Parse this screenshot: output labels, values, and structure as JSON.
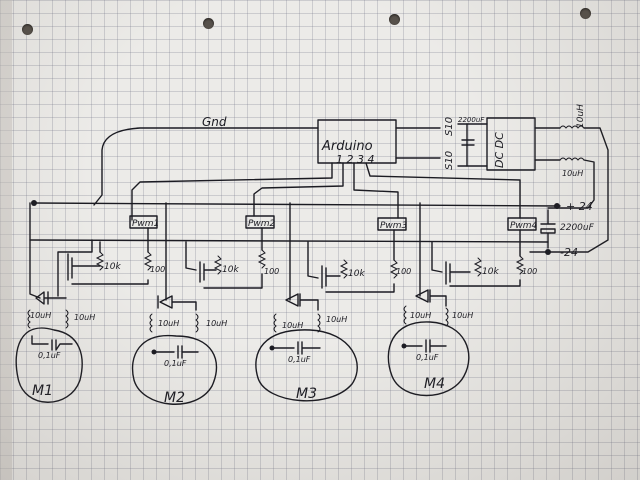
{
  "labels": {
    "gnd": "Gnd",
    "arduino": "Arduino",
    "pins": "1 2 3 4",
    "s10_a": "S10",
    "s10_b": "S10",
    "cap_small": "2200uF",
    "dcdc": "DC DC",
    "ind_top": "10uH",
    "ind_right": "10uH",
    "plus24": "+ 24",
    "minus24": "-24",
    "cap_big": "2200uF",
    "pwm1": "Pwm1",
    "pwm2": "Pwm2",
    "pwm3": "Pwm3",
    "pwm4": "Pwm4",
    "r10k_1": "10k",
    "r10k_2": "10k",
    "r10k_3": "10k",
    "r10k_4": "10k",
    "r100_1": "100",
    "r100_2": "100",
    "r100_3": "100",
    "r100_4": "100",
    "l_m1_a": "10uH",
    "l_m1_b": "10uH",
    "l_m2_a": "10uH",
    "l_m2_b": "10uH",
    "l_m3_a": "10uH",
    "l_m3_b": "10uH",
    "l_m4_a": "10uH",
    "l_m4_b": "10uH",
    "c_m1": "0,1uF",
    "c_m2": "0,1uF",
    "c_m3": "0,1uF",
    "c_m4": "0,1uF",
    "m1": "M1",
    "m2": "M2",
    "m3": "M3",
    "m4": "M4"
  }
}
